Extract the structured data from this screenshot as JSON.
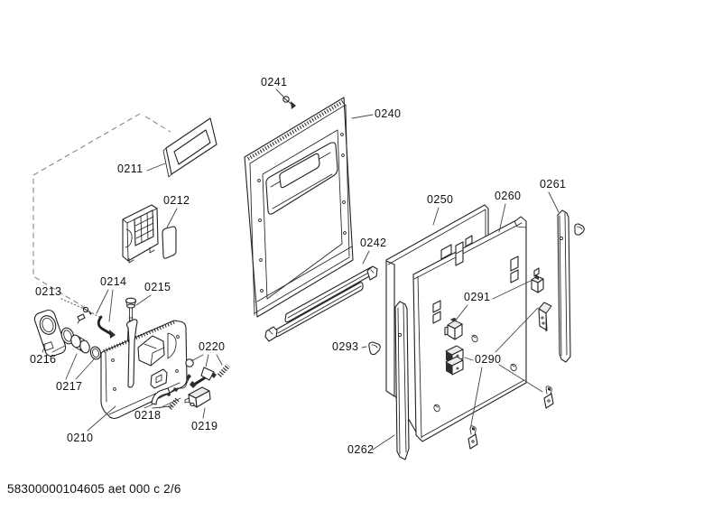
{
  "document": {
    "footer": "58300000104605 aet 000 c 2/6"
  },
  "colors": {
    "ink": "#1a1a1a",
    "paper": "#ffffff",
    "shade": "#ececec",
    "dark_fill": "#2e2e2e"
  },
  "parts": {
    "p0210": {
      "label": "0210"
    },
    "p0211": {
      "label": "0211"
    },
    "p0212": {
      "label": "0212"
    },
    "p0213": {
      "label": "0213"
    },
    "p0214": {
      "label": "0214"
    },
    "p0215": {
      "label": "0215"
    },
    "p0216": {
      "label": "0216"
    },
    "p0217": {
      "label": "0217"
    },
    "p0218": {
      "label": "0218"
    },
    "p0219": {
      "label": "0219"
    },
    "p0220": {
      "label": "0220"
    },
    "p0240": {
      "label": "0240"
    },
    "p0241": {
      "label": "0241"
    },
    "p0242": {
      "label": "0242"
    },
    "p0250": {
      "label": "0250"
    },
    "p0260": {
      "label": "0260"
    },
    "p0261": {
      "label": "0261"
    },
    "p0262": {
      "label": "0262"
    },
    "p0290": {
      "label": "0290"
    },
    "p0291": {
      "label": "0291"
    },
    "p0293": {
      "label": "0293"
    }
  }
}
